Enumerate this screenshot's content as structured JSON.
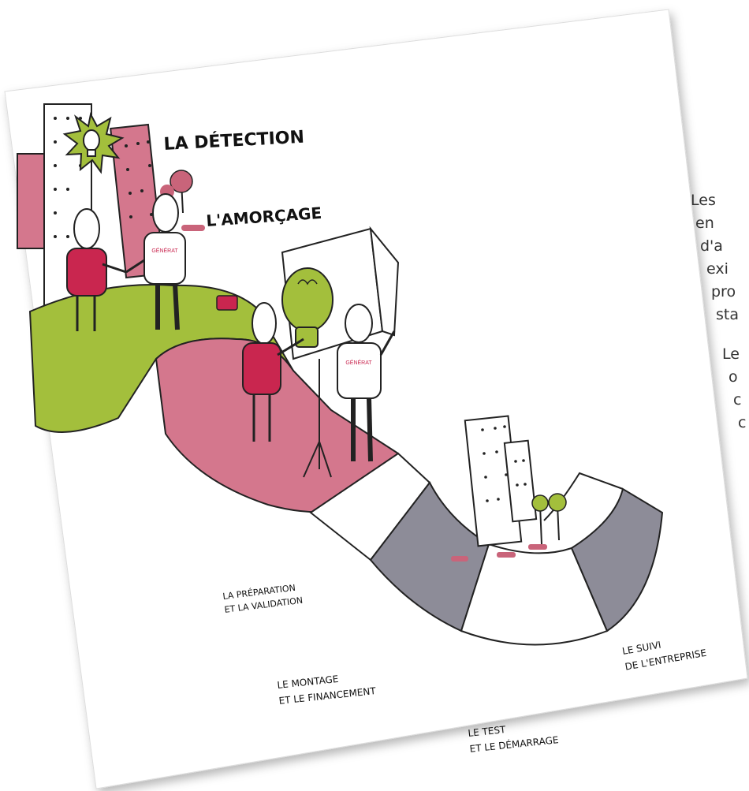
{
  "stage_labels": {
    "detection": "LA DÉTECTION",
    "amorcage": "L'AMORÇAGE",
    "preparation": [
      "LA PRÉPARATION",
      "ET LA VALIDATION"
    ],
    "montage": [
      "LE MONTAGE",
      "ET LE FINANCEMENT"
    ],
    "test": [
      "LE TEST",
      "ET LE DÉMARRAGE"
    ],
    "suivi": [
      "LE SUIVI",
      "DE L'ENTREPRISE"
    ]
  },
  "tshirt_logo": "GÉNÉRAT",
  "side_text_lines": [
    "Les",
    "en",
    "d'a",
    "exi",
    "pro",
    "sta",
    "",
    "Le",
    "o",
    "c",
    "c"
  ],
  "colors": {
    "green": "#a3bf3c",
    "pink": "#c9647a",
    "gray": "#8d8c98",
    "ink": "#222222",
    "building_pink": "#d4778d"
  }
}
